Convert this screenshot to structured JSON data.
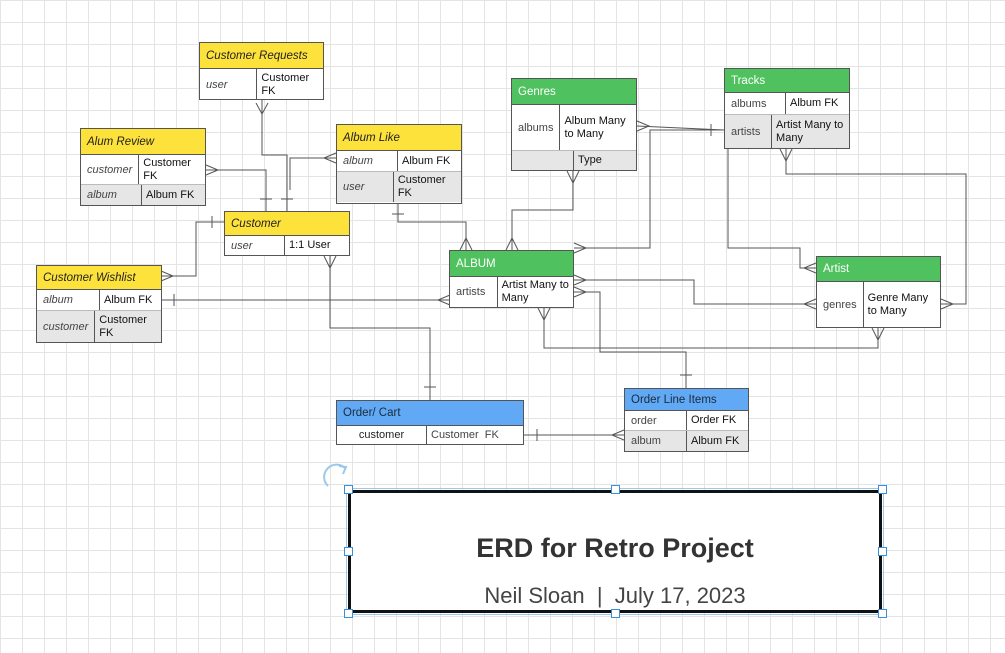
{
  "tables": {
    "customer_requests": {
      "title": "Customer Requests",
      "rows": [
        {
          "key": "user",
          "value": "Customer FK"
        }
      ]
    },
    "alum_review": {
      "title": "Alum Review",
      "rows": [
        {
          "key": "customer",
          "value": "Customer FK"
        },
        {
          "key": "album",
          "value": "Album FK"
        }
      ]
    },
    "album_like": {
      "title": "Album Like",
      "rows": [
        {
          "key": "album",
          "value": "Album FK"
        },
        {
          "key": "user",
          "value": "Customer FK"
        }
      ]
    },
    "customer": {
      "title": "Customer",
      "rows": [
        {
          "key": "user",
          "value": "1:1 User"
        }
      ]
    },
    "customer_wishlist": {
      "title": "Customer Wishlist",
      "rows": [
        {
          "key": "album",
          "value": "Album FK"
        },
        {
          "key": "customer",
          "value": "Customer FK"
        }
      ]
    },
    "genres": {
      "title": "Genres",
      "rows": [
        {
          "key": "albums",
          "value": "Album Many to Many"
        },
        {
          "key": "",
          "value": "Type"
        }
      ]
    },
    "tracks": {
      "title": "Tracks",
      "rows": [
        {
          "key": "albums",
          "value": "Album FK"
        },
        {
          "key": "artists",
          "value": "Artist Many to Many"
        }
      ]
    },
    "album": {
      "title": "ALBUM",
      "rows": [
        {
          "key": "artists",
          "value": "Artist Many to Many"
        }
      ]
    },
    "artist": {
      "title": "Artist",
      "rows": [
        {
          "key": "genres",
          "value": "Genre Many to Many"
        }
      ]
    },
    "order_cart": {
      "title": "Order/ Cart",
      "rows": [
        {
          "key": "customer",
          "value": "Customer  FK"
        }
      ]
    },
    "order_line_items": {
      "title": "Order Line Items",
      "rows": [
        {
          "key": "order",
          "value": "Order FK"
        },
        {
          "key": "album",
          "value": "Album FK"
        }
      ]
    }
  },
  "title_block": {
    "title": "ERD for Retro Project",
    "subtitle": "Neil Sloan  |  July 17, 2023"
  },
  "colors": {
    "yellow_header": "#fde23c",
    "green_header": "#4fc25f",
    "blue_header": "#61a9f5",
    "connector": "#555555",
    "selection": "#3b8fd8"
  }
}
